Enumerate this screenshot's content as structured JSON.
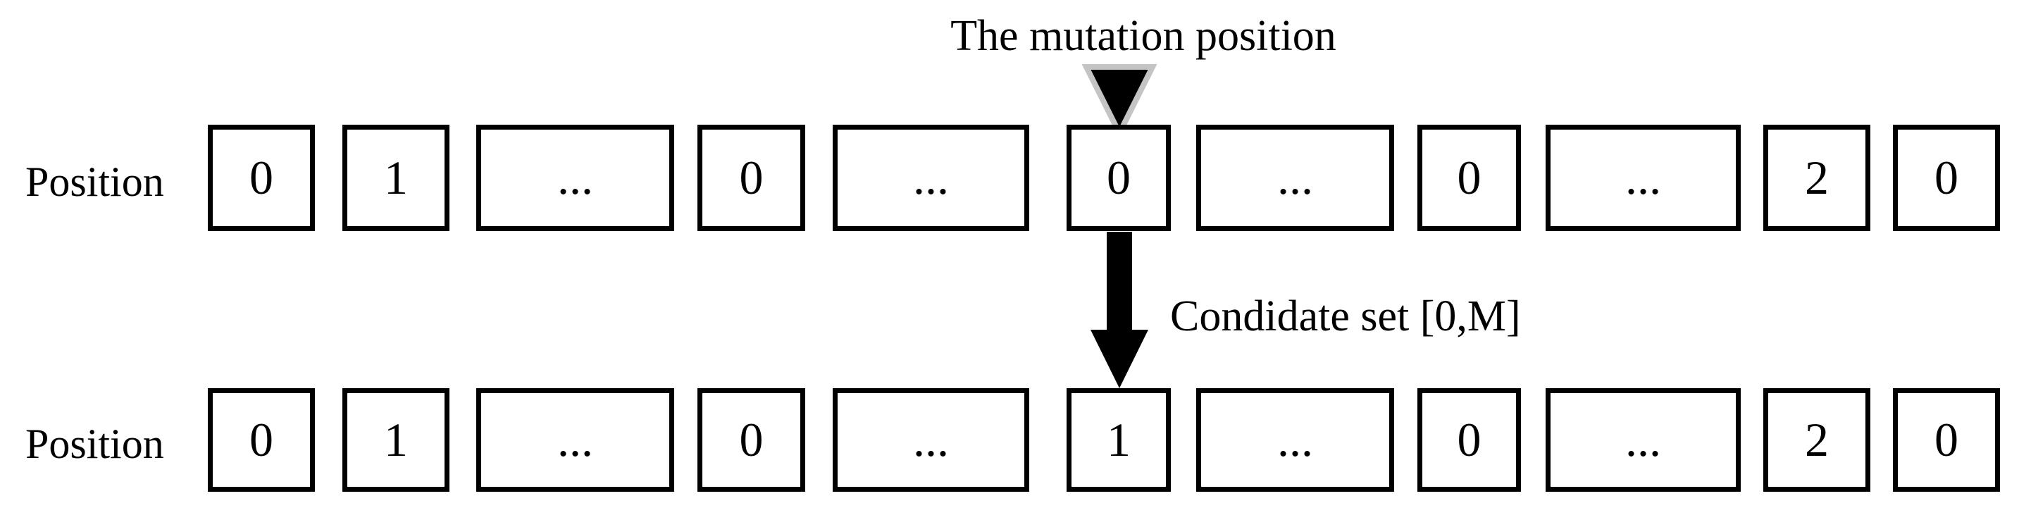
{
  "figure": {
    "title_annotation": "The mutation position",
    "arrow_annotation": "Condidate set [0,M]",
    "rows": [
      {
        "label": "Position",
        "cells": [
          "0",
          "1",
          "...",
          "0",
          "...",
          "0",
          "...",
          "0",
          "...",
          "2",
          "0"
        ]
      },
      {
        "label": "Position",
        "cells": [
          "0",
          "1",
          "...",
          "0",
          "...",
          "1",
          "...",
          "0",
          "...",
          "2",
          "0"
        ]
      }
    ],
    "mutation_cell_index": 5,
    "mutation_before_value": "0",
    "mutation_after_value": "1",
    "colors": {
      "line": "#000000",
      "marker_fill": "#000000",
      "marker_outline": "#c4c4c4",
      "background": "#ffffff"
    }
  }
}
